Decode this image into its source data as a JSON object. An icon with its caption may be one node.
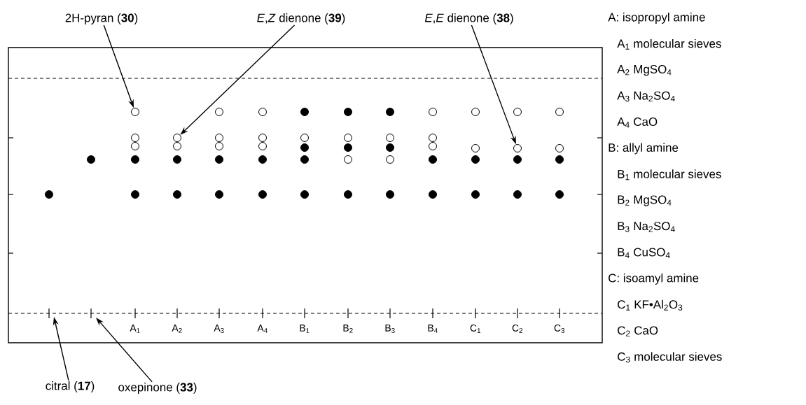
{
  "diagram": {
    "nodes": [
      {
        "text": [
          "2H-pyran (**30**)"
        ]
      },
      {
        "text": [
          "*E*,*Z* dienone (**39**)"
        ]
      },
      {
        "text": [
          "*E*,*E* dienone (**38**)"
        ]
      },
      {
        "text": [
          "citral (**17**)"
        ]
      },
      {
        "text": [
          "oxepinone (**33**)"
        ]
      },
      {
        "text": [],
        "shape": "circle"
      },
      {
        "text": [],
        "shape": "circle"
      },
      {
        "text": [],
        "shape": "circle"
      }
    ],
    "edges": [
      {
        "from": 0,
        "to": 5,
        "arrow": "to"
      },
      {
        "from": 1,
        "to": 6,
        "arrow": "to"
      },
      {
        "from": 2,
        "to": 7,
        "arrow": "to"
      },
      {
        "from": 3,
        "to": null,
        "arrow": "to"
      },
      {
        "from": 4,
        "to": null,
        "arrow": "to"
      }
    ],
    "labels": [
      "A$_{1}$",
      "A$_{2}$",
      "A$_{3}$",
      "A$_{4}$",
      "B$_{1}$",
      "B$_{2}$",
      "B$_{3}$",
      "B$_{4}$",
      "C$_{1}$",
      "C$_{2}$",
      "C$_{3}$",
      "A: isopropyl amine",
      "A$_{1}$ molecular sieves",
      "A$_{2}$ MgSO$_{4}$",
      "A$_{3}$ Na$_{2}$SO$_{4}$",
      "A$_{4}$ CaO",
      "B: allyl amine",
      "B$_{1}$ molecular sieves",
      "B$_{2}$ MgSO$_{4}$",
      "B$_{3}$ Na$_{2}$SO$_{4}$",
      "B$_{4}$ CuSO$_{4}$",
      "C: isoamyl amine",
      "C$_{1}$ KF•Al$_{2}$O$_{3}$",
      "C$_{2}$ CaO",
      "C$_{3}$ molecular sieves"
    ]
  }
}
